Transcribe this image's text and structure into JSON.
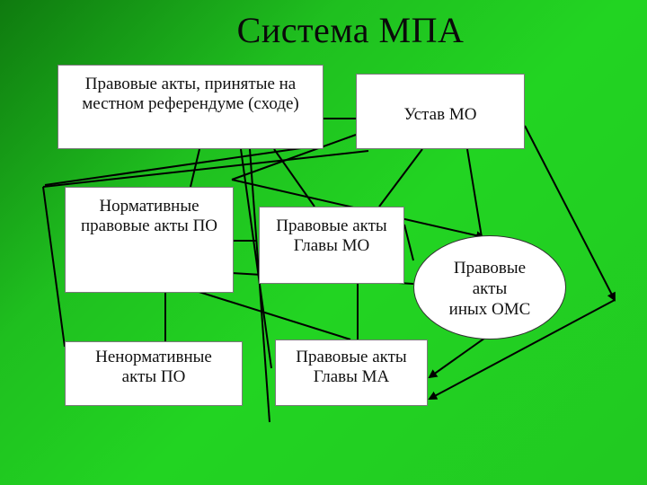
{
  "title": "Система МПА",
  "nodes": {
    "referendum": "Правовые акты, принятые на\nместном референдуме (сходе)",
    "ustav": "Устав МО",
    "normative_po": "Нормативные\nправовые акты ПО",
    "glava_mo": "Правовые акты\nГлавы МО",
    "inye_oms": "Правовые\nакты\nиных ОМС",
    "nenormativnye_po": "Ненормативные\nакты ПО",
    "glava_ma": "Правовые акты\nГлавы МА"
  },
  "colors": {
    "background_green": "#22d422",
    "box_fill": "#ffffff",
    "line": "#000000"
  }
}
